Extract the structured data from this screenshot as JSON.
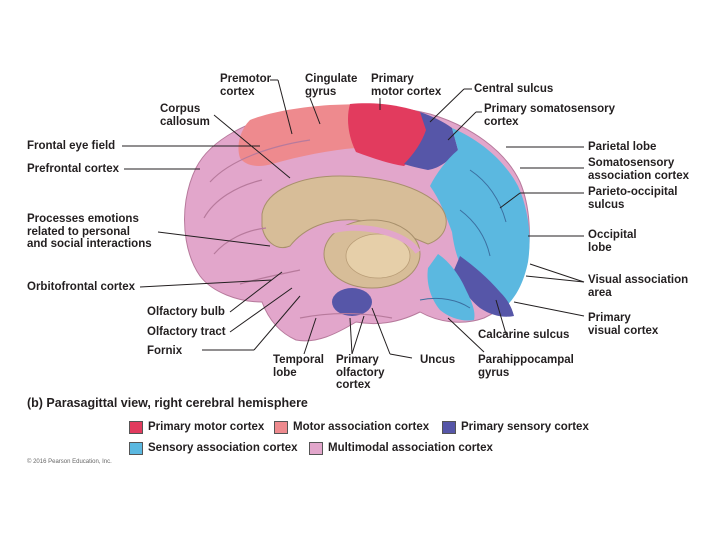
{
  "colors": {
    "primary_motor": "#e23b5e",
    "motor_association": "#ee8a8e",
    "primary_sensory": "#5656a8",
    "sensory_association": "#5bb8e0",
    "multimodal_association": "#e2a6cb",
    "limbic_tan": "#d7bd98"
  },
  "labels": {
    "premotor_cortex": "Premotor\ncortex",
    "cingulate_gyrus": "Cingulate\ngyrus",
    "primary_motor_cortex": "Primary\nmotor cortex",
    "central_sulcus": "Central sulcus",
    "corpus_callosum": "Corpus\ncallosum",
    "primary_somatosensory_cortex": "Primary somatosensory\ncortex",
    "frontal_eye_field": "Frontal eye field",
    "parietal_lobe": "Parietal lobe",
    "prefrontal_cortex": "Prefrontal cortex",
    "somatosensory_association_cortex": "Somatosensory\nassociation cortex",
    "parieto_occipital_sulcus": "Parieto-occipital\nsulcus",
    "processes_emotions": "Processes emotions\nrelated to personal\nand social interactions",
    "occipital_lobe": "Occipital\nlobe",
    "orbitofrontal_cortex": "Orbitofrontal cortex",
    "visual_association_area": "Visual association\narea",
    "olfactory_bulb": "Olfactory bulb",
    "primary_visual_cortex": "Primary\nvisual cortex",
    "olfactory_tract": "Olfactory tract",
    "calcarine_sulcus": "Calcarine sulcus",
    "fornix": "Fornix",
    "temporal_lobe": "Temporal\nlobe",
    "primary_olfactory_cortex": "Primary\nolfactory\ncortex",
    "uncus": "Uncus",
    "parahippocampal_gyrus": "Parahippocampal\ngyrus"
  },
  "caption": "(b) Parasagittal view, right cerebral hemisphere",
  "legend": [
    {
      "label": "Primary motor cortex",
      "color": "#e23b5e"
    },
    {
      "label": "Motor association cortex",
      "color": "#ee8a8e"
    },
    {
      "label": "Primary sensory cortex",
      "color": "#5656a8"
    },
    {
      "label": "Sensory association cortex",
      "color": "#5bb8e0"
    },
    {
      "label": "Multimodal association cortex",
      "color": "#e2a6cb"
    }
  ],
  "copyright": "© 2016 Pearson Education, Inc."
}
